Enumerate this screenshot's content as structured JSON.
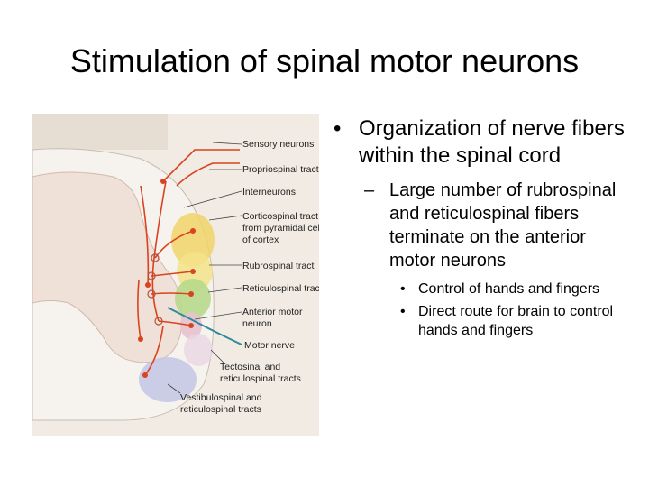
{
  "slide": {
    "title": "Stimulation of spinal motor neurons"
  },
  "figure": {
    "labels": [
      "Sensory neurons",
      "Propriospinal tract",
      "Interneurons",
      "Corticospinal tract",
      "from pyramidal cell",
      "of cortex",
      "Rubrospinal tract",
      "Reticulospinal tract",
      "Anterior motor",
      "neuron",
      "Motor nerve",
      "Tectosinal and",
      "reticulospinal tracts",
      "Vestibulospinal and",
      "reticulospinal tracts"
    ]
  },
  "bullets": {
    "level1": {
      "mark": "•",
      "text": "Organization of nerve fibers within the spinal cord"
    },
    "level2": {
      "mark": "–",
      "text": "Large number of rubrospinal and reticulospinal fibers terminate on the anterior motor neurons"
    },
    "level3": [
      {
        "mark": "•",
        "text": "Control of hands and fingers"
      },
      {
        "mark": "•",
        "text": "Direct route for brain to control hands and fingers"
      }
    ]
  },
  "colors": {
    "nerve_fiber": "#d9431f",
    "motor_nerve": "#2f8a99",
    "page_background": "#f1ebe3",
    "gray_matter": "#efe0d8"
  }
}
